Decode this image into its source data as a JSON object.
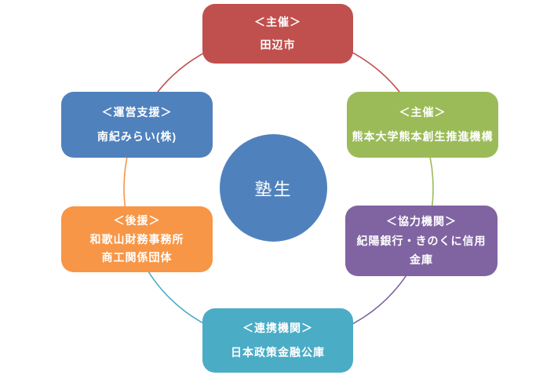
{
  "diagram": {
    "center": {
      "label": "塾生",
      "color": "#4F81BD",
      "text_color": "#FFFFFF"
    },
    "nodes": [
      {
        "id": "organizer-tanabe",
        "position": "top",
        "lines": [
          "＜主催＞",
          "田辺市"
        ],
        "color": "#C0504D"
      },
      {
        "id": "organizer-kumamoto-univ",
        "position": "upper-right",
        "lines": [
          "＜主催＞",
          "熊本大学熊本創生推進機構"
        ],
        "color": "#9BBB59"
      },
      {
        "id": "cooperating-banks",
        "position": "lower-right",
        "lines": [
          "＜協力機関＞",
          "紀陽銀行・きのくに信用",
          "金庫"
        ],
        "color": "#8064A2"
      },
      {
        "id": "partner-jfc",
        "position": "bottom",
        "lines": [
          "＜連携機関＞",
          "日本政策金融公庫"
        ],
        "color": "#4BACC6"
      },
      {
        "id": "support-wakayama",
        "position": "lower-left",
        "lines": [
          "＜後援＞",
          "和歌山財務事務所",
          "商工関係団体"
        ],
        "color": "#F79646"
      },
      {
        "id": "operation-nanki-mirai",
        "position": "upper-left",
        "lines": [
          "＜運営支援＞",
          "南紀みらい(株)"
        ],
        "color": "#4F81BD"
      }
    ],
    "ring_segments": [
      {
        "position": "top-right",
        "color": "#C0504D"
      },
      {
        "position": "right",
        "color": "#9BBB59"
      },
      {
        "position": "bottom-right",
        "color": "#8064A2"
      },
      {
        "position": "bottom-left",
        "color": "#4BACC6"
      },
      {
        "position": "left",
        "color": "#F79646"
      },
      {
        "position": "top-left",
        "color": "#C0504D"
      }
    ]
  }
}
